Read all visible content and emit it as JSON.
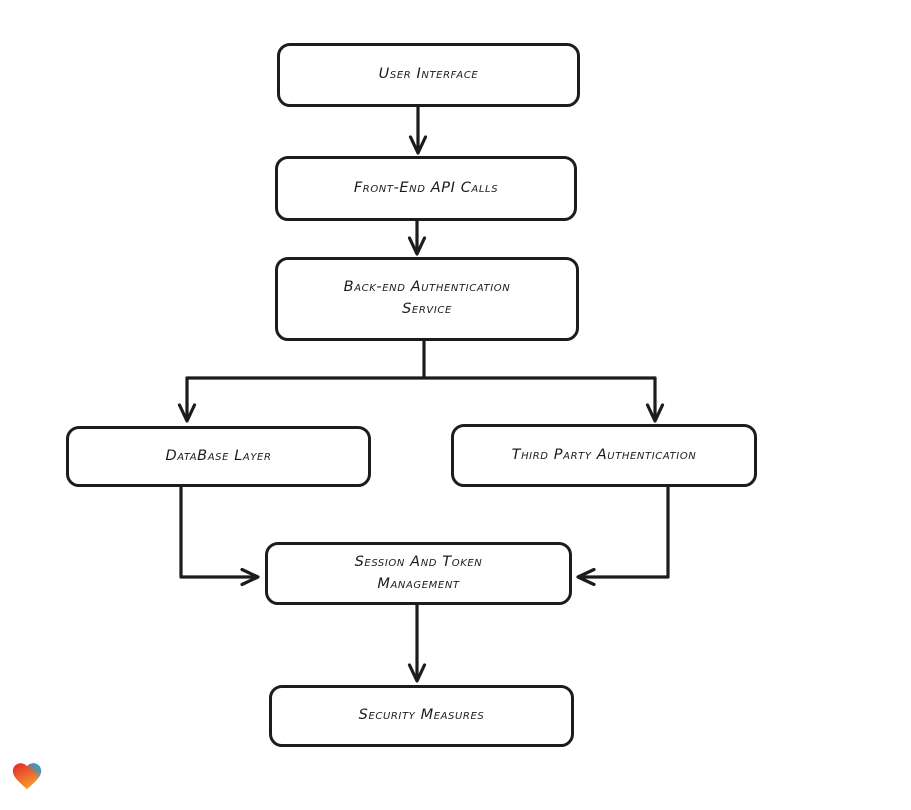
{
  "diagram": {
    "background": "#ffffff",
    "ink_color": "#1c1c1c",
    "nodes": [
      {
        "id": "user-interface",
        "label": "User Interface"
      },
      {
        "id": "front-end-api-calls",
        "label": "Front-End API Calls"
      },
      {
        "id": "back-end-authentication-service",
        "label": "Back-end Authentication\nService"
      },
      {
        "id": "database-layer",
        "label": "DataBase Layer"
      },
      {
        "id": "third-party-authentication",
        "label": "Third Party Authentication"
      },
      {
        "id": "session-and-token-management",
        "label": "Session And Token\nManagement"
      },
      {
        "id": "security-measures",
        "label": "Security Measures"
      }
    ],
    "edges": [
      {
        "from": "user-interface",
        "to": "front-end-api-calls"
      },
      {
        "from": "front-end-api-calls",
        "to": "back-end-authentication-service"
      },
      {
        "from": "back-end-authentication-service",
        "to": "database-layer"
      },
      {
        "from": "back-end-authentication-service",
        "to": "third-party-authentication"
      },
      {
        "from": "database-layer",
        "to": "session-and-token-management"
      },
      {
        "from": "third-party-authentication",
        "to": "session-and-token-management"
      },
      {
        "from": "session-and-token-management",
        "to": "security-measures"
      }
    ]
  },
  "logo": {
    "icon": "heart-gradient-icon",
    "colors": {
      "red": "#e3242b",
      "orange": "#f59f2c",
      "blue": "#2a9fd8"
    }
  }
}
